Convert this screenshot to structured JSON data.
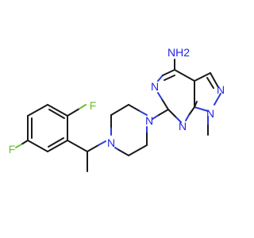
{
  "molecule": {
    "atoms": {
      "nh2": "NH2",
      "n_pip_left": "N",
      "n_pip_right": "N",
      "n_pyr_1": "N",
      "n_pyr_2": "N",
      "n_pz_1": "N",
      "n_pz_2": "N",
      "f_top": "F",
      "f_left": "F"
    },
    "substituents": {
      "methyl": "N-CH3"
    }
  }
}
